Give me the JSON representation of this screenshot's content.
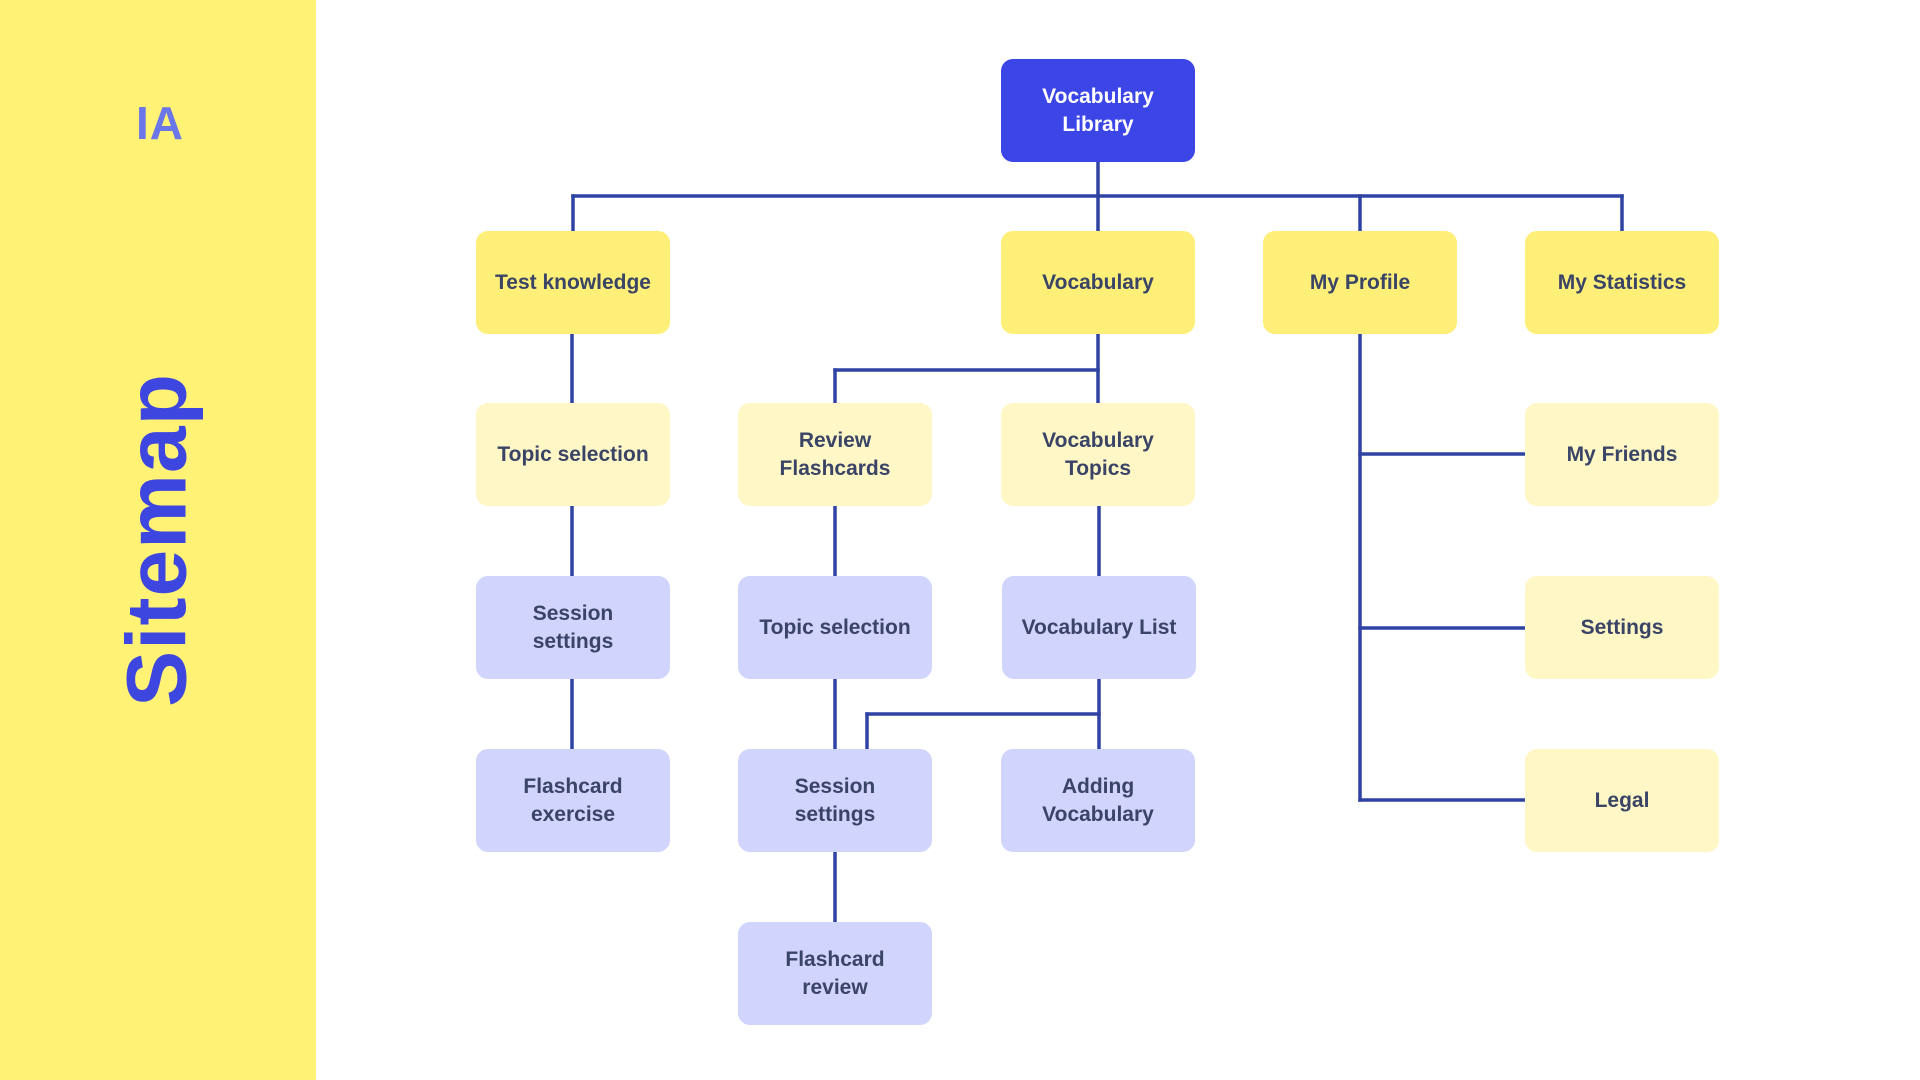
{
  "sidebar": {
    "ia_label": "IA",
    "title": "Sitemap"
  },
  "colors": {
    "sidebar": "#fff275",
    "root": "#3c45e6",
    "level1": "#fdef78",
    "level2": "#fff8c6",
    "level3": "#d1d4fc",
    "connector": "#2f43a3",
    "text": "#3a4466"
  },
  "nodes": {
    "root": "Vocabulary Library",
    "test_knowledge": "Test knowledge",
    "vocabulary": "Vocabulary",
    "my_profile": "My Profile",
    "my_statistics": "My Statistics",
    "test_topic_selection": "Topic selection",
    "review_flashcards": "Review Flashcards",
    "vocabulary_topics": "Vocabulary Topics",
    "my_friends": "My Friends",
    "test_session_settings": "Session settings",
    "review_topic_selection": "Topic selection",
    "vocabulary_list": "Vocabulary List",
    "settings": "Settings",
    "flashcard_exercise": "Flashcard exercise",
    "review_session_settings": "Session settings",
    "adding_vocabulary": "Adding Vocabulary",
    "legal": "Legal",
    "flashcard_review": "Flashcard review"
  }
}
